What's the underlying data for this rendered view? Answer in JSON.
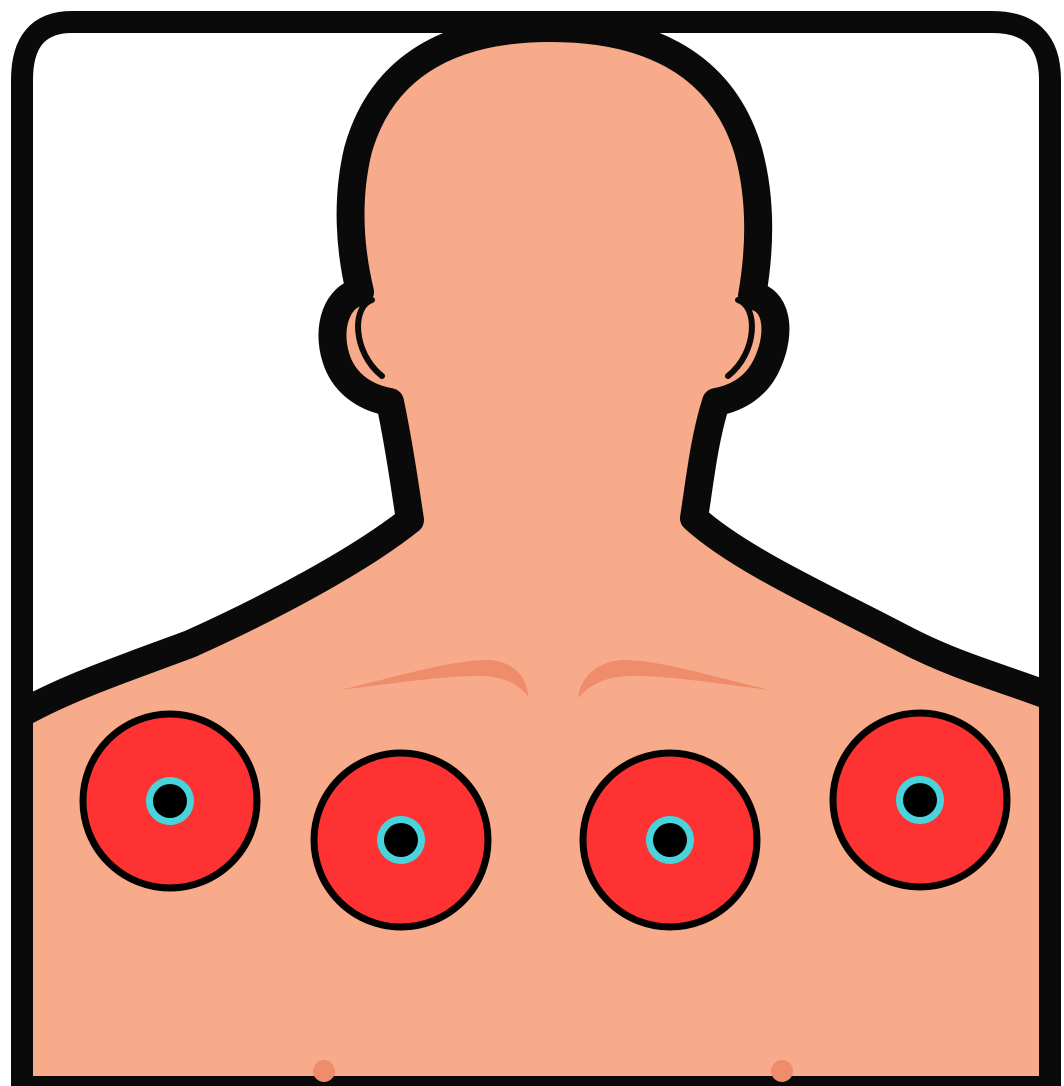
{
  "colors": {
    "background": "#ffffff",
    "frame": "#0a0a0a",
    "skin": "#f8ab8a",
    "skin_shade": "#ee8c6c",
    "pad": "#fe3233",
    "pad_ring": "#49d3db",
    "pad_center": "#000000"
  },
  "figure": {
    "subject": "upper-body-silhouette",
    "view": "front"
  },
  "electrode_pads": [
    {
      "id": "pad-1",
      "side": "right-shoulder"
    },
    {
      "id": "pad-2",
      "side": "right-chest"
    },
    {
      "id": "pad-3",
      "side": "left-chest"
    },
    {
      "id": "pad-4",
      "side": "left-shoulder"
    }
  ]
}
